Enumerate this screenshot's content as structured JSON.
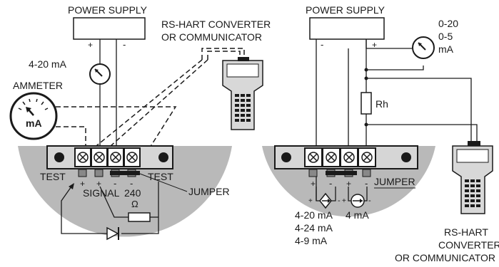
{
  "colors": {
    "housing": "#b9b9b9",
    "terminal_block": "#d6d6d6",
    "wire": "#1a1a1a",
    "background": "#ffffff"
  },
  "left_wiring": {
    "power_supply_label": "POWER SUPPLY",
    "psu_plus": "+",
    "psu_minus": "-",
    "meter_range": "4-20 mA",
    "ammeter_label": "AMMETER",
    "ammeter_unit": "mA",
    "converter_label_line1": "RS-HART CONVERTER",
    "converter_label_line2": "OR COMMUNICATOR",
    "terminal_polarity": [
      "+",
      "+",
      "-",
      "-"
    ],
    "test_left": "TEST",
    "test_right": "TEST",
    "signal": "SIGNAL",
    "resistor_value": "240",
    "resistor_unit": "Ω",
    "jumper": "JUMPER"
  },
  "right_wiring": {
    "power_supply_label": "POWER SUPPLY",
    "psu_minus": "-",
    "psu_plus": "+",
    "meter_range": [
      "0-20",
      "0-5",
      "mA"
    ],
    "resistor_label": "Rh",
    "jumper": "JUMPER",
    "terminal_polarity": [
      "+",
      "-",
      "+",
      "-"
    ],
    "source_left": {
      "plus": "+",
      "minus": "-"
    },
    "source_right": {
      "plus": "+",
      "minus": "-"
    },
    "output_ranges": [
      "4-20 mA",
      "4-24 mA",
      "4-9 mA"
    ],
    "fixed_output": "4 mA",
    "converter_label": [
      "RS-HART",
      "CONVERTER",
      "OR COMMUNICATOR"
    ]
  }
}
